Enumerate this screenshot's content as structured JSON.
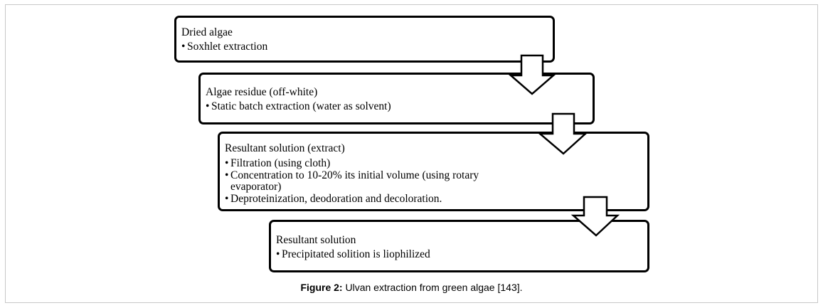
{
  "steps": [
    {
      "heading": "Dried algae",
      "bullets": [
        "Soxhlet extraction"
      ]
    },
    {
      "heading": "Algae residue (off-white)",
      "bullets": [
        "Static batch extraction (water as solvent)"
      ]
    },
    {
      "heading": "Resultant solution (extract)",
      "bullets": [
        "Filtration (using cloth)",
        "Concentration to 10-20% its initial volume (using rotary evaporator)",
        "Deproteinization, deodoration and decoloration."
      ]
    },
    {
      "heading": "Resultant solution",
      "bullets": [
        "Precipitated solition is liophilized"
      ]
    }
  ],
  "caption": {
    "label": "Figure 2:",
    "text": " Ulvan extraction from green algae [143]."
  },
  "colors": {
    "border": "#000000",
    "frame": "#c8c8c8",
    "background": "#ffffff"
  },
  "icons": [
    "down-arrow-icon"
  ]
}
